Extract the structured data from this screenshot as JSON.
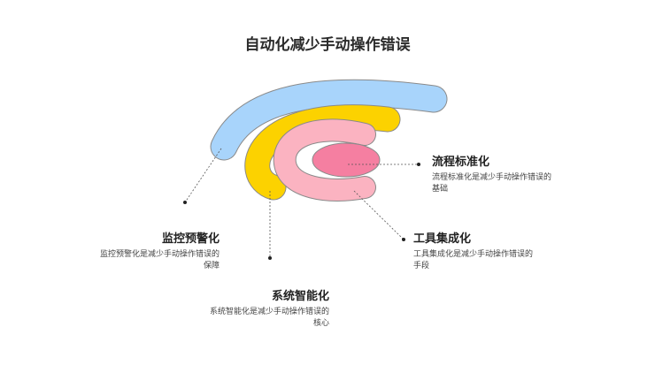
{
  "title": "自动化减少手动操作错误",
  "items": [
    {
      "heading": "流程标准化",
      "desc_line1": "流程标准化是减少手动操作错误的",
      "desc_line2": "基础"
    },
    {
      "heading": "工具集成化",
      "desc_line1": "工具集成化是减少手动操作错误的",
      "desc_line2": "手段"
    },
    {
      "heading": "监控预警化",
      "desc_line1": "监控预警化是减少手动操作错误的",
      "desc_line2": "保障"
    },
    {
      "heading": "系统智能化",
      "desc_line1": "系统智能化是减少手动操作错误的",
      "desc_line2": "核心"
    }
  ],
  "colors": {
    "blue": "#a8d4fb",
    "yellow": "#fcd200",
    "pink_light": "#fbb3c1",
    "pink_dark": "#f57fa1"
  }
}
